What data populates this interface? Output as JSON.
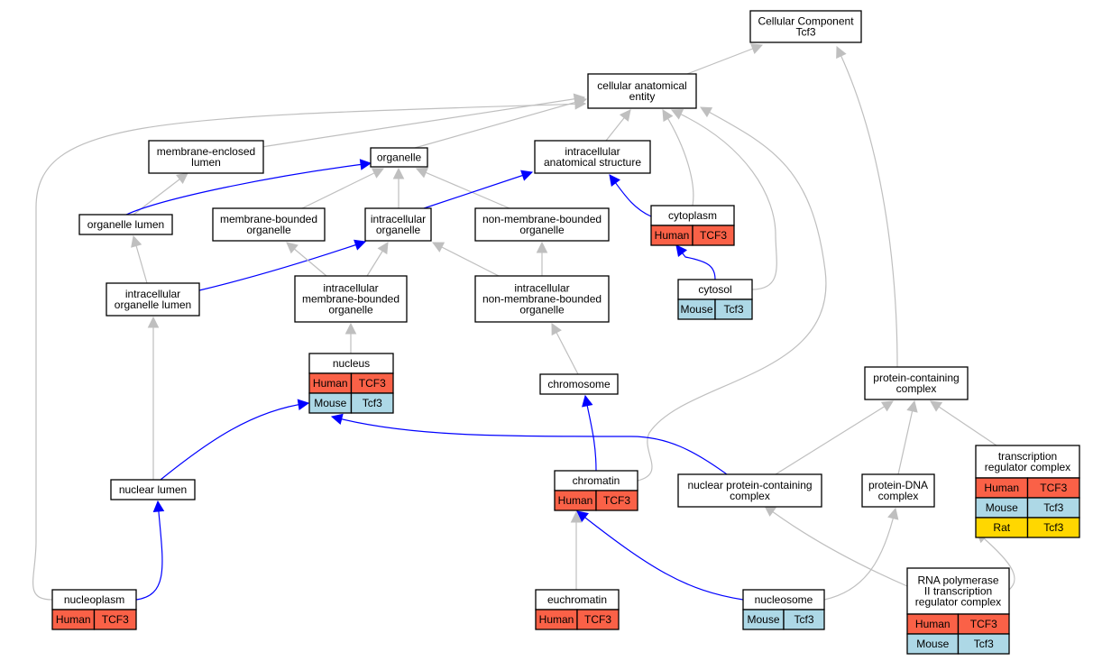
{
  "graph": {
    "colors": {
      "gray_edge": "#bfbfbf",
      "blue_edge": "#0000ff",
      "node_border": "#000000",
      "node_fill": "#ffffff",
      "human": "#fa6147",
      "mouse": "#add8e6",
      "rat": "#ffd700"
    },
    "nodes": {
      "cc_root": {
        "lines": [
          "Cellular Component",
          "Tcf3"
        ]
      },
      "cae": {
        "lines": [
          "cellular anatomical",
          "entity"
        ]
      },
      "mel": {
        "lines": [
          "membrane-enclosed",
          "lumen"
        ]
      },
      "organelle": {
        "lines": [
          "organelle"
        ]
      },
      "ias": {
        "lines": [
          "intracellular",
          "anatomical structure"
        ]
      },
      "org_lumen": {
        "lines": [
          "organelle lumen"
        ]
      },
      "mbo": {
        "lines": [
          "membrane-bounded",
          "organelle"
        ]
      },
      "io": {
        "lines": [
          "intracellular",
          "organelle"
        ]
      },
      "nmbo": {
        "lines": [
          "non-membrane-bounded",
          "organelle"
        ]
      },
      "cytoplasm": {
        "lines": [
          "cytoplasm"
        ],
        "species": [
          {
            "label": "Human",
            "gene": "TCF3",
            "kind": "human"
          }
        ]
      },
      "iol": {
        "lines": [
          "intracellular",
          "organelle lumen"
        ]
      },
      "imbo": {
        "lines": [
          "intracellular",
          "membrane-bounded",
          "organelle"
        ]
      },
      "inmbo": {
        "lines": [
          "intracellular",
          "non-membrane-bounded",
          "organelle"
        ]
      },
      "cytosol": {
        "lines": [
          "cytosol"
        ],
        "species": [
          {
            "label": "Mouse",
            "gene": "Tcf3",
            "kind": "mouse"
          }
        ]
      },
      "nucleus": {
        "lines": [
          "nucleus"
        ],
        "species": [
          {
            "label": "Human",
            "gene": "TCF3",
            "kind": "human"
          },
          {
            "label": "Mouse",
            "gene": "Tcf3",
            "kind": "mouse"
          }
        ]
      },
      "chromosome": {
        "lines": [
          "chromosome"
        ]
      },
      "pcc": {
        "lines": [
          "protein-containing",
          "complex"
        ]
      },
      "nuclear_lumen": {
        "lines": [
          "nuclear lumen"
        ]
      },
      "chromatin": {
        "lines": [
          "chromatin"
        ],
        "species": [
          {
            "label": "Human",
            "gene": "TCF3",
            "kind": "human"
          }
        ]
      },
      "npcc": {
        "lines": [
          "nuclear protein-containing",
          "complex"
        ]
      },
      "pdna": {
        "lines": [
          "protein-DNA",
          "complex"
        ]
      },
      "trc": {
        "lines": [
          "transcription",
          "regulator complex"
        ],
        "species": [
          {
            "label": "Human",
            "gene": "TCF3",
            "kind": "human"
          },
          {
            "label": "Mouse",
            "gene": "Tcf3",
            "kind": "mouse"
          },
          {
            "label": "Rat",
            "gene": "Tcf3",
            "kind": "rat"
          }
        ]
      },
      "rnap": {
        "lines": [
          "RNA polymerase",
          "II transcription",
          "regulator complex"
        ],
        "species": [
          {
            "label": "Human",
            "gene": "TCF3",
            "kind": "human"
          },
          {
            "label": "Mouse",
            "gene": "Tcf3",
            "kind": "mouse"
          }
        ]
      },
      "nucleoplasm": {
        "lines": [
          "nucleoplasm"
        ],
        "species": [
          {
            "label": "Human",
            "gene": "TCF3",
            "kind": "human"
          }
        ]
      },
      "euchromatin": {
        "lines": [
          "euchromatin"
        ],
        "species": [
          {
            "label": "Human",
            "gene": "TCF3",
            "kind": "human"
          }
        ]
      },
      "nucleosome": {
        "lines": [
          "nucleosome"
        ],
        "species": [
          {
            "label": "Mouse",
            "gene": "Tcf3",
            "kind": "mouse"
          }
        ]
      }
    },
    "edges": [
      {
        "from": "cae",
        "to": "cc_root",
        "kind": "is_a"
      },
      {
        "from": "pcc",
        "to": "cc_root",
        "kind": "is_a"
      },
      {
        "from": "mel",
        "to": "cae",
        "kind": "is_a"
      },
      {
        "from": "organelle",
        "to": "cae",
        "kind": "is_a"
      },
      {
        "from": "ias",
        "to": "cae",
        "kind": "is_a"
      },
      {
        "from": "cytoplasm",
        "to": "cae",
        "kind": "is_a"
      },
      {
        "from": "cytosol",
        "to": "cae",
        "kind": "is_a"
      },
      {
        "from": "chromatin",
        "to": "cae",
        "kind": "is_a"
      },
      {
        "from": "nucleoplasm",
        "to": "cae",
        "kind": "is_a"
      },
      {
        "from": "org_lumen",
        "to": "mel",
        "kind": "is_a"
      },
      {
        "from": "org_lumen",
        "to": "organelle",
        "kind": "part_of"
      },
      {
        "from": "mbo",
        "to": "organelle",
        "kind": "is_a"
      },
      {
        "from": "io",
        "to": "organelle",
        "kind": "is_a"
      },
      {
        "from": "nmbo",
        "to": "organelle",
        "kind": "is_a"
      },
      {
        "from": "io",
        "to": "ias",
        "kind": "part_of"
      },
      {
        "from": "cytoplasm",
        "to": "ias",
        "kind": "part_of"
      },
      {
        "from": "iol",
        "to": "org_lumen",
        "kind": "is_a"
      },
      {
        "from": "iol",
        "to": "io",
        "kind": "part_of"
      },
      {
        "from": "imbo",
        "to": "mbo",
        "kind": "is_a"
      },
      {
        "from": "imbo",
        "to": "io",
        "kind": "is_a"
      },
      {
        "from": "inmbo",
        "to": "io",
        "kind": "is_a"
      },
      {
        "from": "inmbo",
        "to": "nmbo",
        "kind": "is_a"
      },
      {
        "from": "cytosol",
        "to": "cytoplasm",
        "kind": "part_of"
      },
      {
        "from": "nucleus",
        "to": "imbo",
        "kind": "is_a"
      },
      {
        "from": "chromosome",
        "to": "inmbo",
        "kind": "is_a"
      },
      {
        "from": "nuclear_lumen",
        "to": "iol",
        "kind": "is_a"
      },
      {
        "from": "nuclear_lumen",
        "to": "nucleus",
        "kind": "part_of"
      },
      {
        "from": "npcc",
        "to": "nucleus",
        "kind": "part_of"
      },
      {
        "from": "chromatin",
        "to": "chromosome",
        "kind": "part_of"
      },
      {
        "from": "npcc",
        "to": "pcc",
        "kind": "is_a"
      },
      {
        "from": "pdna",
        "to": "pcc",
        "kind": "is_a"
      },
      {
        "from": "trc",
        "to": "pcc",
        "kind": "is_a"
      },
      {
        "from": "rnap",
        "to": "npcc",
        "kind": "is_a"
      },
      {
        "from": "rnap",
        "to": "trc",
        "kind": "is_a"
      },
      {
        "from": "nucleoplasm",
        "to": "nuclear_lumen",
        "kind": "part_of"
      },
      {
        "from": "euchromatin",
        "to": "chromatin",
        "kind": "is_a"
      },
      {
        "from": "nucleosome",
        "to": "chromatin",
        "kind": "part_of"
      },
      {
        "from": "nucleosome",
        "to": "pdna",
        "kind": "is_a"
      }
    ]
  }
}
